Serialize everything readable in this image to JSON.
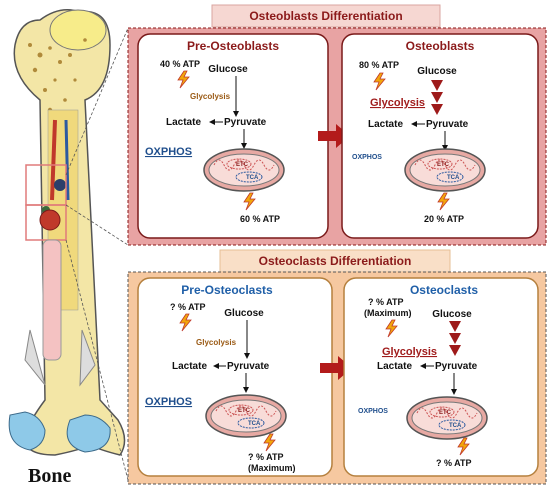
{
  "bone": {
    "label": "Bone"
  },
  "osteoblast": {
    "section_title": "Osteoblasts Differentiation",
    "pre": {
      "title": "Pre-Osteoblasts",
      "atp_glycolysis": "40 % ATP",
      "glucose": "Glucose",
      "glycolysis": "Glycolysis",
      "lactate": "Lactate",
      "pyruvate": "Pyruvate",
      "oxphos": "OXPHOS",
      "etc": "ETC",
      "tca": "TCA",
      "atp_oxphos": "60 % ATP"
    },
    "mature": {
      "title": "Osteoblasts",
      "atp_glycolysis": "80 % ATP",
      "glucose": "Glucose",
      "glycolysis": "Glycolysis",
      "lactate": "Lactate",
      "pyruvate": "Pyruvate",
      "oxphos": "OXPHOS",
      "etc": "ETC",
      "tca": "TCA",
      "atp_oxphos": "20 % ATP"
    }
  },
  "osteoclast": {
    "section_title": "Osteoclasts Differentiation",
    "pre": {
      "title": "Pre-Osteoclasts",
      "atp_glycolysis": "? % ATP",
      "glucose": "Glucose",
      "glycolysis": "Glycolysis",
      "lactate": "Lactate",
      "pyruvate": "Pyruvate",
      "oxphos": "OXPHOS",
      "etc": "ETC",
      "tca": "TCA",
      "atp_oxphos": "? % ATP",
      "atp_oxphos_note": "(Maximum)"
    },
    "mature": {
      "title": "Osteoclasts",
      "atp_glycolysis": "? % ATP",
      "atp_glycolysis_note": "(Maximum)",
      "glucose": "Glucose",
      "glycolysis": "Glycolysis",
      "lactate": "Lactate",
      "pyruvate": "Pyruvate",
      "oxphos": "OXPHOS",
      "etc": "ETC",
      "tca": "TCA",
      "atp_oxphos": "? % ATP"
    }
  },
  "colors": {
    "osteoblast_bg": "#e8a3a3",
    "osteoclast_bg": "#f6c8a0",
    "title_bar_ob": "#f6d7d2",
    "title_bar_oc": "#f9dfc7",
    "arrow_red": "#b31b1b",
    "panel_border_ob": "#7a1a1a",
    "panel_border_oc": "#b5803e",
    "mito_fill": "#f4c9c4",
    "lightning": "#f2a60c"
  }
}
